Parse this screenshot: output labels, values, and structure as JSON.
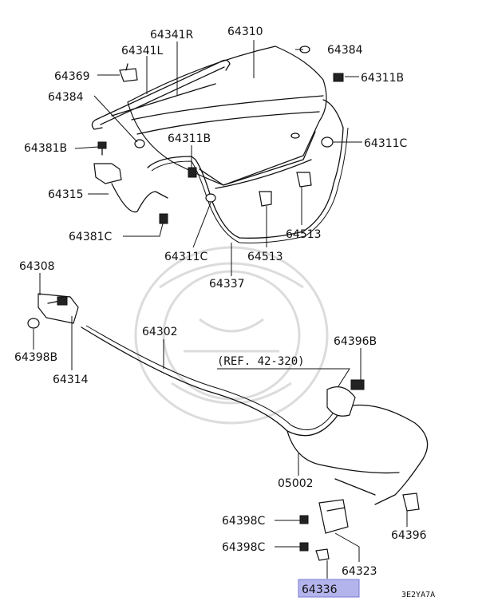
{
  "diagram": {
    "labels": {
      "l64341R": "64341R",
      "l64310": "64310",
      "l64341L": "64341L",
      "l64384a": "64384",
      "l64369": "64369",
      "l64311Ba": "64311B",
      "l64384b": "64384",
      "l64311Bb": "64311B",
      "l64381B": "64381B",
      "l64311Ca": "64311C",
      "l64315": "64315",
      "l64381C": "64381C",
      "l64513a": "64513",
      "l64311Cb": "64311C",
      "l64513b": "64513",
      "l64337": "64337",
      "l64308": "64308",
      "l64302": "64302",
      "l64396B": "64396B",
      "l64398B": "64398B",
      "l64314": "64314",
      "ref": "(REF. 42-320)",
      "l05002": "05002",
      "l64398Ca": "64398C",
      "l64396": "64396",
      "l64398Cb": "64398C",
      "l64323": "64323",
      "l64336": "64336",
      "code": "3E2YA7A"
    },
    "colors": {
      "highlight_fill": "#b4b4ec",
      "highlight_stroke": "#7a7ad8",
      "ink": "#111111",
      "watermark": "#dcdcdc"
    }
  }
}
